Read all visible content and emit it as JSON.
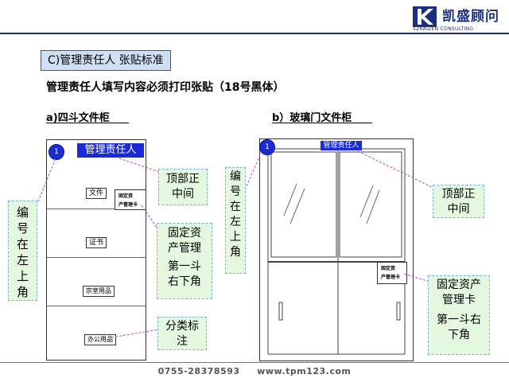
{
  "header": {
    "logo_title": "凯盛顾问",
    "logo_sub": "SZKAIZEN CONSULTING",
    "logo_mark": "K"
  },
  "section_title": "C)管理责任人 张贴标准",
  "subtitle": "管理责任人填写内容必须打印张贴（18号黑体）",
  "cabinet_a": {
    "heading": "a)四斗文件柜",
    "number": "1",
    "title_tag": "管理责任人",
    "drawer_labels": [
      "文件",
      "证书",
      "宗室用品",
      "办公用品"
    ],
    "asset_card": [
      "固定资",
      "产管理卡"
    ]
  },
  "cabinet_b": {
    "heading": "b）玻璃门文件柜",
    "number": "1",
    "title_tag": "管理责任人",
    "asset_card": [
      "固定资",
      "产管理卡"
    ]
  },
  "callouts": {
    "number_corner_left": "编号在左上角",
    "top_center_left": [
      "顶部正",
      "中间"
    ],
    "asset_left": [
      "固定资",
      "产管理",
      "",
      "第一斗",
      "右下角"
    ],
    "category_left": [
      "分类标",
      "注"
    ],
    "number_corner_right": "编号在左上角",
    "top_center_right": [
      "顶部正",
      "中间"
    ],
    "asset_right": [
      "固定资产",
      "管理卡",
      "",
      "第一斗右",
      "下角"
    ]
  },
  "footer": "0755-28378593     www.tpm123.com"
}
